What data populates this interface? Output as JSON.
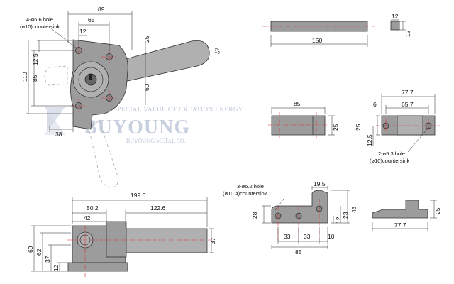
{
  "watermark": {
    "tagline": "SPECIAL VALUE OF CREATION ENERGY",
    "brand": "BUYOUNG",
    "company": "BUYOUNG METAL CO."
  },
  "notes": {
    "main_hole": "4-ø6.6 hole",
    "main_hole_cs": "(ø10)countersink",
    "small_hole": "2-ø5.3 hole",
    "small_hole_cs": "(ø10)countersink",
    "bracket_hole": "3-ø6.2 hole",
    "bracket_hole_cs": "(ø10.4)countersink"
  },
  "dims": {
    "main": {
      "d89": "89",
      "d65": "65",
      "d12": "12",
      "d12_5": "12.5",
      "d25": "25",
      "d85": "85",
      "d110": "110",
      "d60": "60",
      "d42": "42",
      "d38": "38"
    },
    "bar": {
      "d150": "150",
      "d12a": "12",
      "d12b": "12"
    },
    "plate": {
      "d85": "85",
      "d25": "25"
    },
    "block": {
      "d77_7": "77.7",
      "d6": "6",
      "d65_7": "65.7",
      "d25": "25",
      "d12_5": "12.5"
    },
    "bracket": {
      "d19_5": "19.5",
      "d28": "28",
      "d12": "12",
      "d23": "23",
      "d43": "43",
      "d33a": "33",
      "d33b": "33",
      "d10": "10",
      "d85": "85"
    },
    "bracket_side": {
      "d25": "25",
      "d77_7": "77.7"
    },
    "bottom": {
      "d199_6": "199.6",
      "d50_2": "50.2",
      "d122_6": "122.6",
      "d42": "42",
      "d69": "69",
      "d62": "62",
      "d37a": "37",
      "d12": "12",
      "d37b": "37"
    }
  }
}
